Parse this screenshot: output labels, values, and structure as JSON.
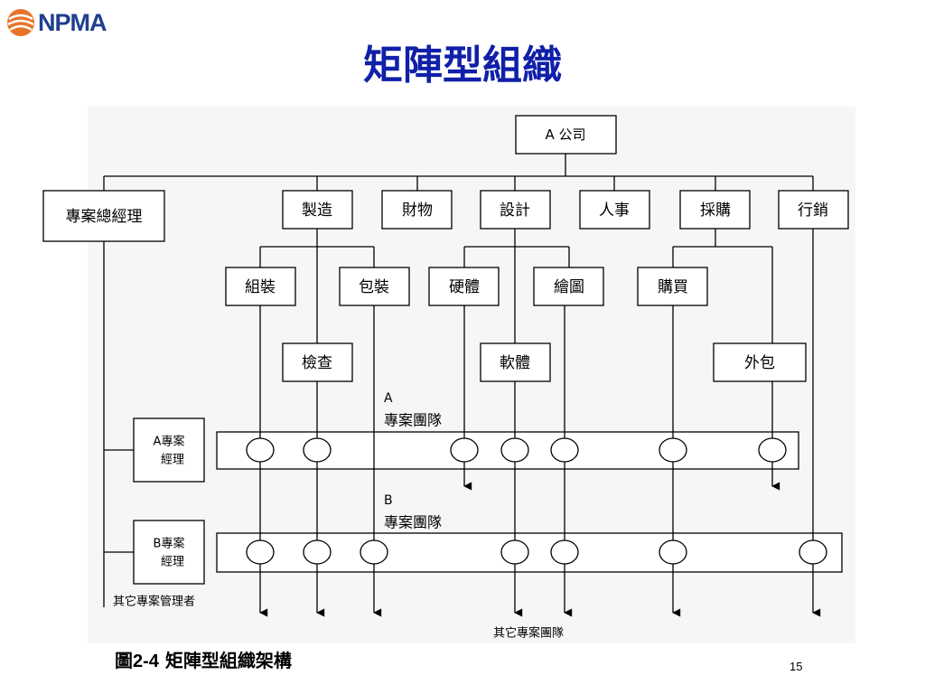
{
  "logo": {
    "text": "NPMA"
  },
  "title": "矩陣型組織",
  "company": "A 公司",
  "project_manager": "專案總經理",
  "departments": [
    "製造",
    "財物",
    "設計",
    "人事",
    "採購",
    "行銷"
  ],
  "sub_units": [
    "組裝",
    "包裝",
    "硬體",
    "繪圖",
    "購買",
    "檢查",
    "軟體",
    "外包"
  ],
  "team_a": {
    "letter": "A",
    "name": "專案團隊",
    "manager_line1": "A專案",
    "manager_line2": "經理"
  },
  "team_b": {
    "letter": "B",
    "name": "專案團隊",
    "manager_line1": "B專案",
    "manager_line2": "經理"
  },
  "other_managers": "其它專案管理者",
  "other_teams": "其它專案團隊",
  "caption": {
    "figure": "圖",
    "number": "2-4",
    "text": "矩陣型組織架構"
  },
  "page_number": "15",
  "colors": {
    "title": "#1020a8",
    "logo_blue": "#1f3f8f",
    "logo_orange": "#e8742a"
  }
}
